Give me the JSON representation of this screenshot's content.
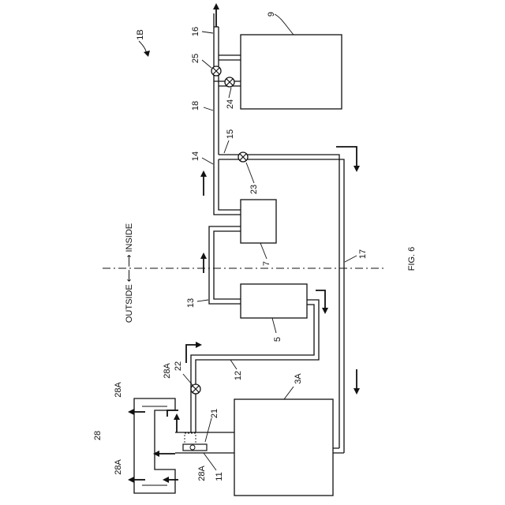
{
  "figure": {
    "fig_label": "FIG. 6",
    "ref_1b": "1B",
    "outside_inside": "OUTSIDE ⟵ ⟶ INSIDE"
  },
  "labels": {
    "r9": "9",
    "r16": "16",
    "r25": "25",
    "r24": "24",
    "r18": "18",
    "r15": "15",
    "r14": "14",
    "r23": "23",
    "r7": "7",
    "r17": "17",
    "r13": "13",
    "r5": "5",
    "r22": "22",
    "r12": "12",
    "r3a": "3A",
    "r28a_top": "28A",
    "r28a_left_top": "28A",
    "r28": "28",
    "r28a_left_bottom": "28A",
    "r28a_bottom": "28A",
    "r21": "21",
    "r11": "11"
  }
}
